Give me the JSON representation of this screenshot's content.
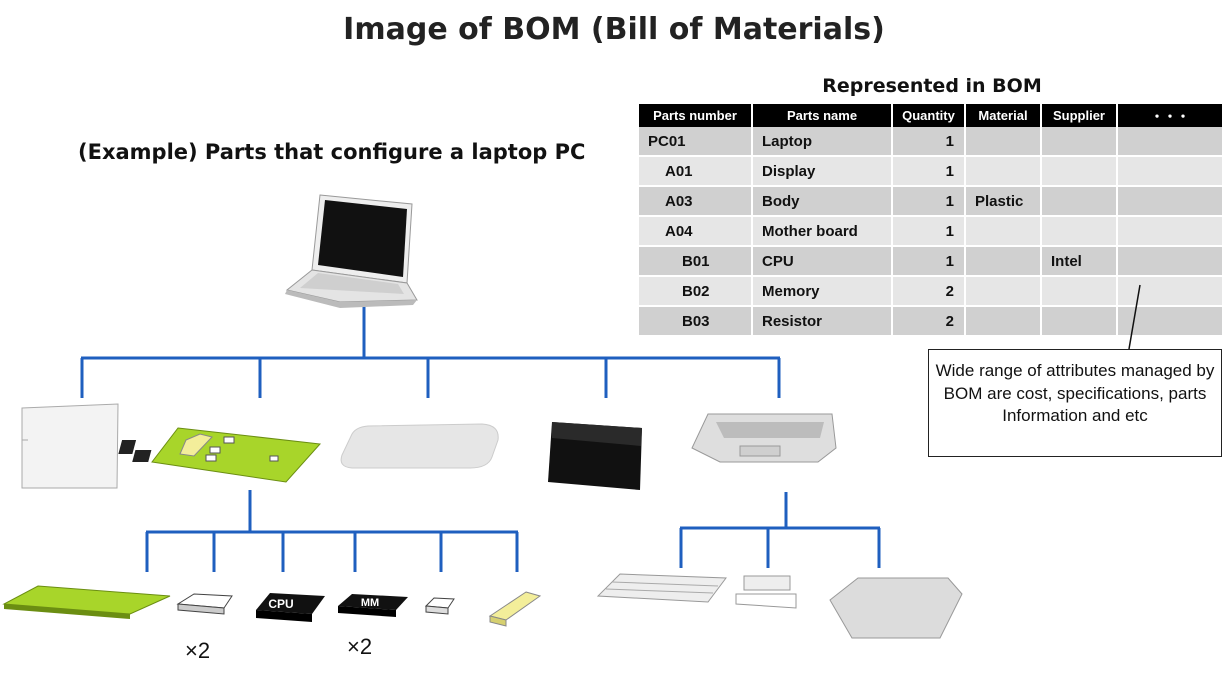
{
  "title": "Image of BOM (Bill of Materials)",
  "subtitle": "(Example) Parts that configure a laptop PC",
  "table_title": "Represented  in BOM",
  "table": {
    "headers": [
      "Parts number",
      "Parts name",
      "Quantity",
      "Material",
      "Supplier",
      "・・・"
    ],
    "rows": [
      {
        "number": "PC01",
        "indent": 0,
        "name": "Laptop",
        "qty": "1",
        "material": "",
        "supplier": ""
      },
      {
        "number": "A01",
        "indent": 1,
        "name": "Display",
        "qty": "1",
        "material": "",
        "supplier": ""
      },
      {
        "number": "A03",
        "indent": 1,
        "name": "Body",
        "qty": "1",
        "material": "Plastic",
        "supplier": ""
      },
      {
        "number": "A04",
        "indent": 1,
        "name": "Mother board",
        "qty": "1",
        "material": "",
        "supplier": ""
      },
      {
        "number": "B01",
        "indent": 2,
        "name": "CPU",
        "qty": "1",
        "material": "",
        "supplier": "Intel"
      },
      {
        "number": "B02",
        "indent": 2,
        "name": "Memory",
        "qty": "2",
        "material": "",
        "supplier": ""
      },
      {
        "number": "B03",
        "indent": 2,
        "name": "Resistor",
        "qty": "2",
        "material": "",
        "supplier": ""
      }
    ]
  },
  "callout": "Wide range of attributes managed by BOM are cost, specifications, parts Information and etc",
  "chips": {
    "cpu": "CPU",
    "memory": "MM"
  },
  "multipliers": [
    "×2",
    "×2"
  ],
  "colors": {
    "tree_line": "#1f5fbf",
    "board": "#a8d52a",
    "resistor": "#f3ee9a"
  }
}
